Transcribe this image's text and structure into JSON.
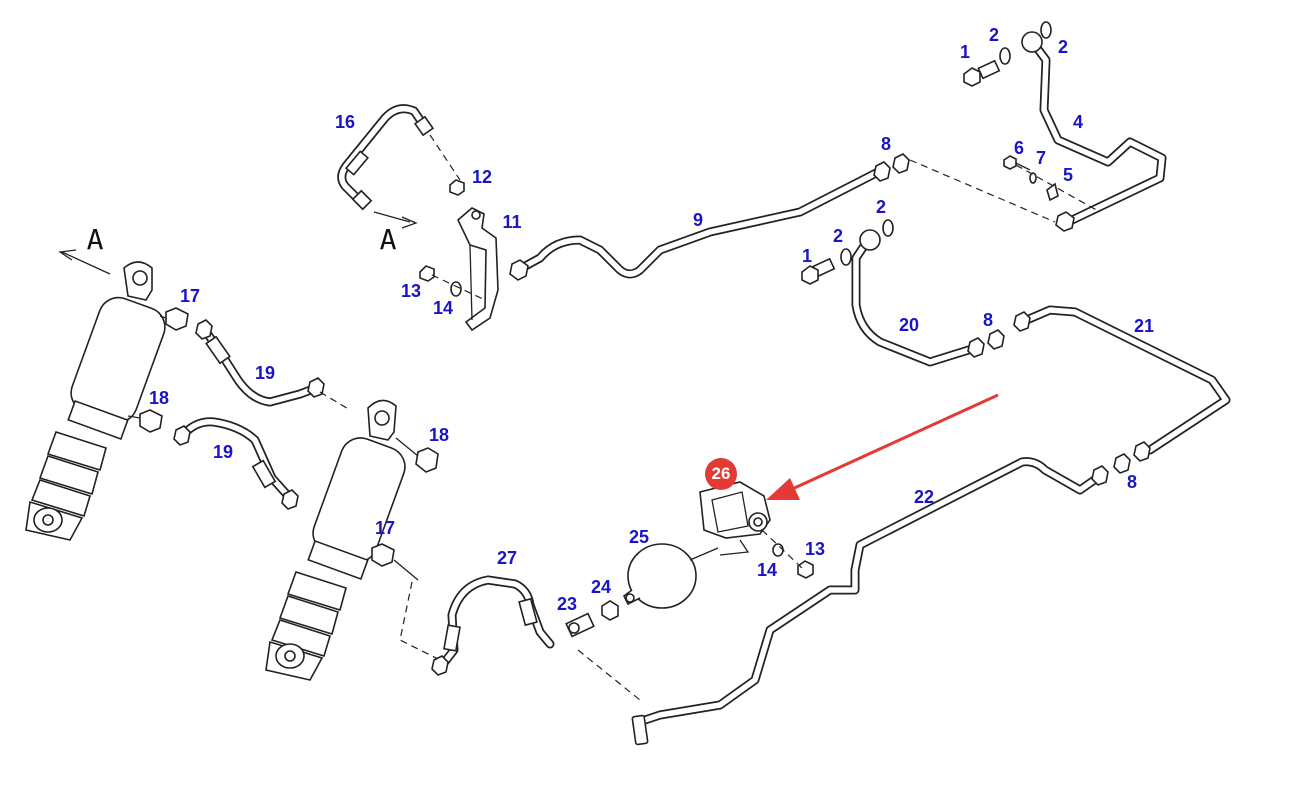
{
  "diagram": {
    "accent_color": "#e53935",
    "label_color": "#1a14c8",
    "highlight_label": "26",
    "view_markers": [
      "A",
      "A"
    ],
    "callouts": [
      {
        "id": "c1a",
        "text": "1"
      },
      {
        "id": "c2a",
        "text": "2"
      },
      {
        "id": "c2b",
        "text": "2"
      },
      {
        "id": "c4",
        "text": "4"
      },
      {
        "id": "c6",
        "text": "6"
      },
      {
        "id": "c7",
        "text": "7"
      },
      {
        "id": "c5",
        "text": "5"
      },
      {
        "id": "c8a",
        "text": "8"
      },
      {
        "id": "c16",
        "text": "16"
      },
      {
        "id": "c12",
        "text": "12"
      },
      {
        "id": "c11",
        "text": "11"
      },
      {
        "id": "c9",
        "text": "9"
      },
      {
        "id": "c13a",
        "text": "13"
      },
      {
        "id": "c14a",
        "text": "14"
      },
      {
        "id": "c2c",
        "text": "2"
      },
      {
        "id": "c2d",
        "text": "2"
      },
      {
        "id": "c1b",
        "text": "1"
      },
      {
        "id": "c20",
        "text": "20"
      },
      {
        "id": "c8b",
        "text": "8"
      },
      {
        "id": "c21",
        "text": "21"
      },
      {
        "id": "c17a",
        "text": "17"
      },
      {
        "id": "c19a",
        "text": "19"
      },
      {
        "id": "c18a",
        "text": "18"
      },
      {
        "id": "c19b",
        "text": "19"
      },
      {
        "id": "c18b",
        "text": "18"
      },
      {
        "id": "c17b",
        "text": "17"
      },
      {
        "id": "c22",
        "text": "22"
      },
      {
        "id": "c8c",
        "text": "8"
      },
      {
        "id": "c25",
        "text": "25"
      },
      {
        "id": "c13b",
        "text": "13"
      },
      {
        "id": "c14b",
        "text": "14"
      },
      {
        "id": "c27",
        "text": "27"
      },
      {
        "id": "c24",
        "text": "24"
      },
      {
        "id": "c23",
        "text": "23"
      }
    ]
  }
}
